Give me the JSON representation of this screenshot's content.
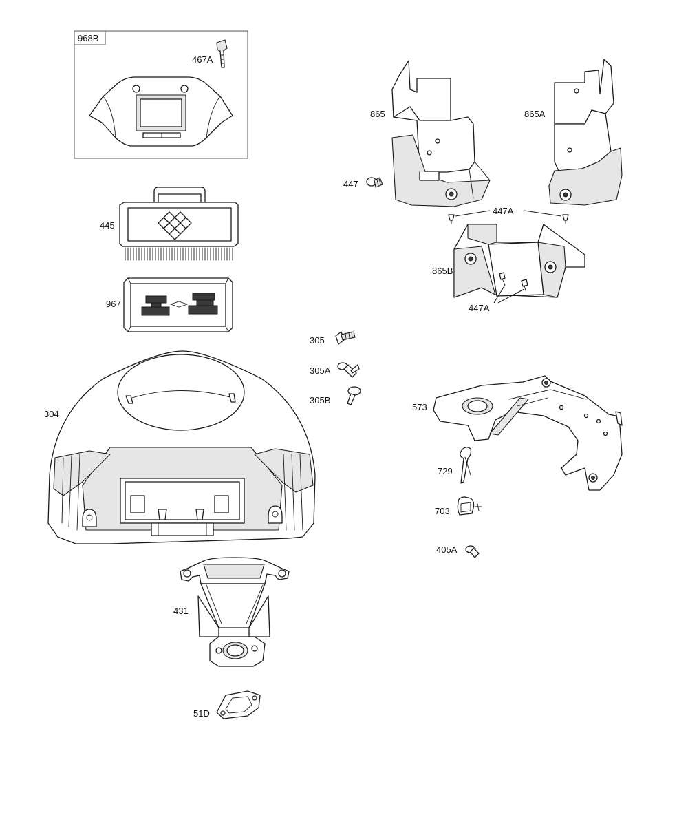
{
  "diagram": {
    "inset_box_label": "968B",
    "callouts": {
      "p467A": "467A",
      "p445": "445",
      "p967": "967",
      "p304": "304",
      "p431": "431",
      "p51D": "51D",
      "p305": "305",
      "p305A": "305A",
      "p305B": "305B",
      "p865": "865",
      "p865A": "865A",
      "p447": "447",
      "p447A_top": "447A",
      "p865B": "865B",
      "p447A_bottom": "447A",
      "p573": "573",
      "p729": "729",
      "p703": "703",
      "p405A": "405A"
    }
  }
}
